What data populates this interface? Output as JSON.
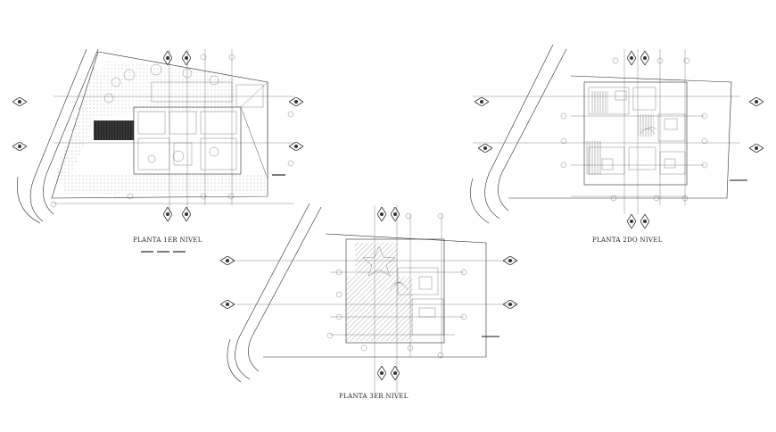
{
  "plans": [
    {
      "id": "level-1",
      "label": "PLANTA 1ER NIVEL"
    },
    {
      "id": "level-2",
      "label": "PLANTA 2DO NIVEL"
    },
    {
      "id": "level-3",
      "label": "PLANTA 3ER NIVEL"
    }
  ],
  "colors": {
    "line": "#2a2a2a",
    "hatch": "#555555",
    "background": "#ffffff"
  }
}
